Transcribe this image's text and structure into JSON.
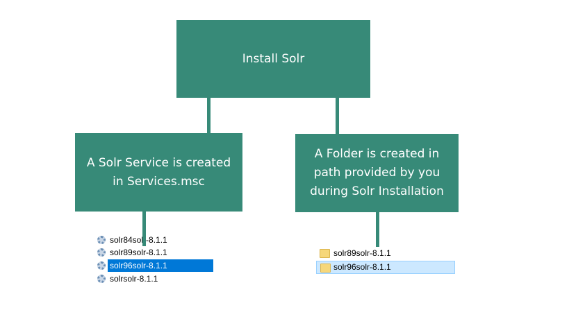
{
  "diagram": {
    "root": "Install Solr",
    "left_node": "A Solr Service is created in Services.msc",
    "right_node": "A Folder is created in path provided by you during Solr Installation",
    "accent_color": "#378a78"
  },
  "services_list": {
    "items": [
      "solr84solr-8.1.1",
      "solr89solr-8.1.1",
      "solr96solr-8.1.1",
      "solrsolr-8.1.1"
    ],
    "selected": "solr96solr-8.1.1",
    "selection_color": "#0078d7"
  },
  "folder_list": {
    "items": [
      "solr89solr-8.1.1",
      "solr96solr-8.1.1"
    ],
    "selected": "solr96solr-8.1.1",
    "selection_color": "#cce8ff"
  }
}
